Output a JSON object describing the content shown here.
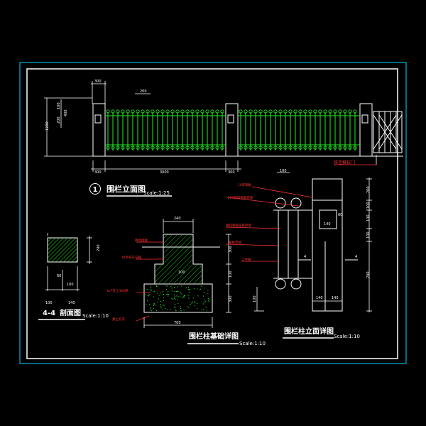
{
  "fence_elevation": {
    "number": "1",
    "title": "围栏立面图",
    "scale": "Scale:1:25",
    "dims": {
      "post_width_top": "300",
      "cap_width": "200",
      "height_total": "1200",
      "upper_a": "100",
      "upper_b": "400",
      "upper_c": "200",
      "bottom_left_post": "300",
      "span": "3000",
      "bottom_right_post": "300"
    },
    "gate_label": "铁艺推拉门"
  },
  "section_44": {
    "title": "4-4",
    "subtitle": "剖面图",
    "scale": "Scale:1:10",
    "dims": {
      "height": "240",
      "d1": "60",
      "d2": "100",
      "w1": "100",
      "w2": "140"
    }
  },
  "foundation": {
    "title": "围栏柱基础详图",
    "scale": "Scale:1:10",
    "dims": {
      "top_width": "240",
      "depth_a": "300",
      "depth_b": "100",
      "depth_c": "300",
      "base_width": "700",
      "middle_mark": "100"
    },
    "labels": [
      "砖砌围柱",
      "砂浆抹灰勾缝",
      "3x7灰土300厚",
      "素土夯实"
    ]
  },
  "post_elevation": {
    "title": "围栏柱立面详图",
    "scale": "Scale:1:10",
    "dims": {
      "top_width": "100",
      "right_a": "200",
      "right_b": "100",
      "right_c": "100",
      "right_d": "100",
      "right_e": "200",
      "inner": "140",
      "side": "60",
      "bottom_a": "140",
      "bottom_b": "140",
      "left_h": "100"
    },
    "labels": [
      "10厚钢板",
      "Φ10镀锌钢筋焊接",
      "镀锌钢管扁铁焊接",
      "钢板焊接",
      "工字钢"
    ],
    "section_marker": "4"
  }
}
